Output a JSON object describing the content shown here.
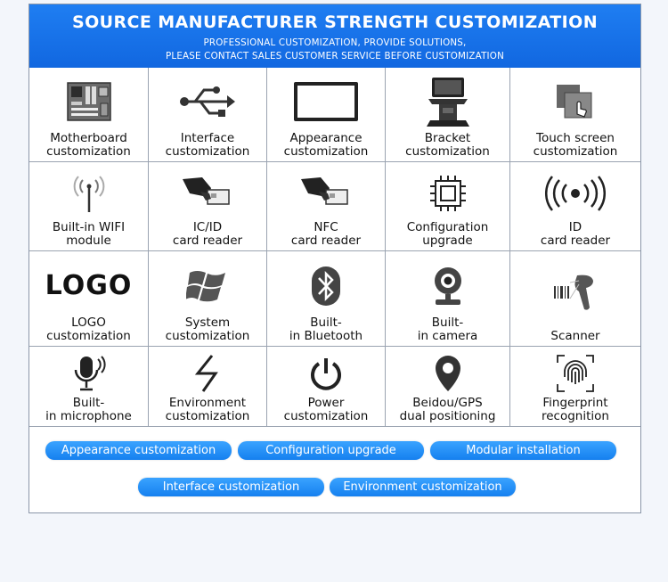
{
  "banner": {
    "title": "SOURCE MANUFACTURER STRENGTH CUSTOMIZATION",
    "subtitle_line1": "PROFESSIONAL CUSTOMIZATION, PROVIDE SOLUTIONS,",
    "subtitle_line2": "PLEASE CONTACT SALES CUSTOMER SERVICE BEFORE CUSTOMIZATION"
  },
  "features": [
    {
      "line1": "Motherboard",
      "line2": "customization",
      "icon": "motherboard-icon"
    },
    {
      "line1": "Interface",
      "line2": "customization",
      "icon": "usb-icon"
    },
    {
      "line1": "Appearance",
      "line2": "customization",
      "icon": "screen-frame-icon"
    },
    {
      "line1": "Bracket",
      "line2": "customization",
      "icon": "kiosk-stand-icon"
    },
    {
      "line1": "Touch screen",
      "line2": "customization",
      "icon": "touch-screen-icon"
    },
    {
      "line1": "Built-in WIFI",
      "line2": "module",
      "icon": "wifi-antenna-icon"
    },
    {
      "line1": "IC/ID",
      "line2": "card reader",
      "icon": "card-reader-icon"
    },
    {
      "line1": "NFC",
      "line2": "card reader",
      "icon": "nfc-card-icon"
    },
    {
      "line1": "Configuration",
      "line2": "upgrade",
      "icon": "chip-icon"
    },
    {
      "line1": "ID",
      "line2": "card reader",
      "icon": "signal-waves-icon"
    },
    {
      "line1": "LOGO",
      "line2": "customization",
      "icon": "logo-text-icon",
      "icon_text": "LOGO"
    },
    {
      "line1": "System",
      "line2": "customization",
      "icon": "windows-icon"
    },
    {
      "line1": "Built-",
      "line2": "in Bluetooth",
      "icon": "bluetooth-icon"
    },
    {
      "line1": "Built-",
      "line2": "in camera",
      "icon": "webcam-icon"
    },
    {
      "line1": "Scanner",
      "line2": "",
      "icon": "barcode-scanner-icon"
    },
    {
      "line1": "Built-",
      "line2": "in microphone",
      "icon": "microphone-icon"
    },
    {
      "line1": "Environment",
      "line2": "customization",
      "icon": "lightning-icon"
    },
    {
      "line1": "Power",
      "line2": "customization",
      "icon": "power-icon"
    },
    {
      "line1": "Beidou/GPS",
      "line2": "dual positioning",
      "icon": "location-pin-icon"
    },
    {
      "line1": "Fingerprint",
      "line2": "recognition",
      "icon": "fingerprint-icon"
    }
  ],
  "pills": [
    "Appearance customization",
    "Configuration upgrade",
    "Modular installation",
    "Interface customization",
    "Environment customization"
  ],
  "colors": {
    "banner": "#1167e0",
    "pill": "#1e88f5",
    "grid_line": "#9aa3b1"
  }
}
